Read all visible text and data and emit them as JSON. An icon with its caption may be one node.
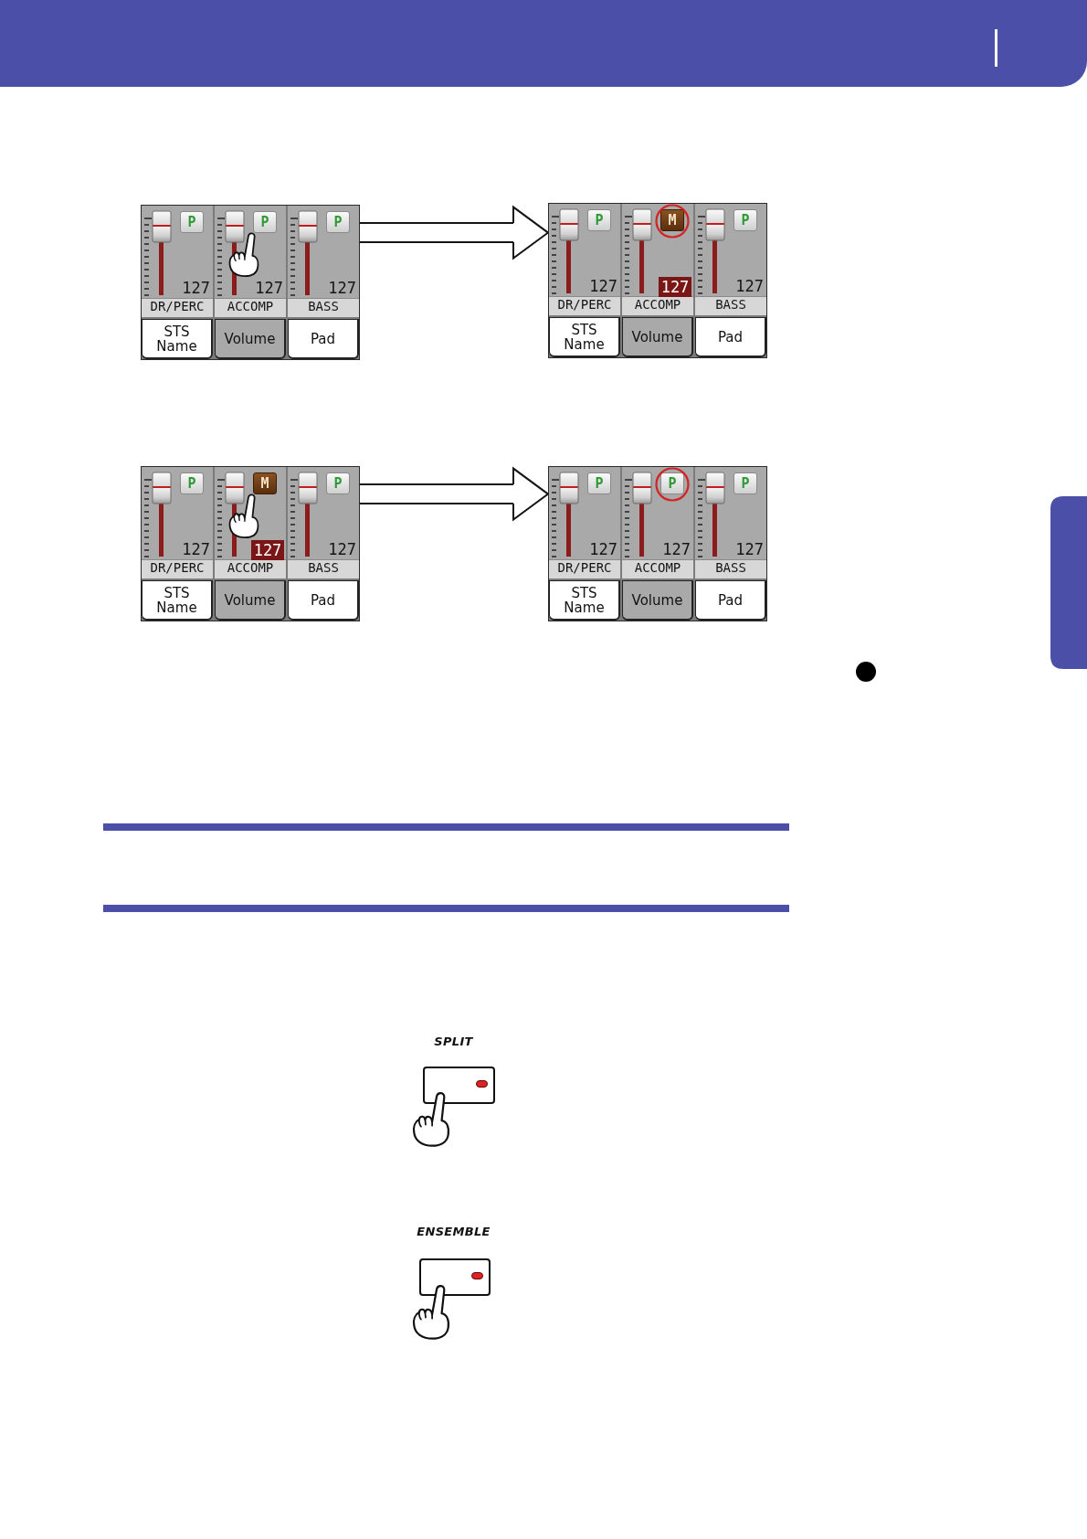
{
  "diagram": {
    "nodes": [
      {
        "text": [],
        "shape": "picture"
      },
      {
        "text": [
          "127",
          "DR/PERC"
        ],
        "in": 0
      },
      {
        "text": [
          "P"
        ],
        "in": 1
      },
      {
        "text": [
          "127",
          "ACCOMP"
        ],
        "in": 0
      },
      {
        "text": [
          "P"
        ],
        "in": 3
      },
      {
        "text": [
          "127",
          "BASS"
        ],
        "in": 0
      },
      {
        "text": [
          "P"
        ],
        "in": 5
      },
      {
        "text": [
          "STS Name"
        ],
        "in": 0
      },
      {
        "text": [
          "Volume"
        ],
        "in": 0
      },
      {
        "text": [
          "Pad"
        ],
        "in": 0
      },
      {
        "text": [],
        "shape": "picture"
      },
      {
        "text": [
          "127",
          "DR/PERC"
        ],
        "in": 10
      },
      {
        "text": [
          "P"
        ],
        "in": 11
      },
      {
        "text": [
          "ACCOMP"
        ],
        "in": 10
      },
      {
        "text": [
          "M"
        ],
        "in": 13
      },
      {
        "text": [
          "127"
        ],
        "in": 13
      },
      {
        "text": [
          "127",
          "BASS"
        ],
        "in": 10
      },
      {
        "text": [
          "P"
        ],
        "in": 16
      },
      {
        "text": [
          "STS Name"
        ],
        "in": 10
      },
      {
        "text": [
          "Volume"
        ],
        "in": 10
      },
      {
        "text": [
          "Pad"
        ],
        "in": 10
      },
      {
        "text": [],
        "shape": "picture"
      },
      {
        "text": [
          "127",
          "DR/PERC"
        ],
        "in": 21
      },
      {
        "text": [
          "P"
        ],
        "in": 22
      },
      {
        "text": [
          "ACCOMP"
        ],
        "in": 21
      },
      {
        "text": [
          "M"
        ],
        "in": 24
      },
      {
        "text": [
          "127"
        ],
        "in": 24
      },
      {
        "text": [
          "127",
          "BASS"
        ],
        "in": 21
      },
      {
        "text": [
          "P"
        ],
        "in": 27
      },
      {
        "text": [
          "STS Name"
        ],
        "in": 21
      },
      {
        "text": [
          "Volume"
        ],
        "in": 21
      },
      {
        "text": [
          "Pad"
        ],
        "in": 21
      },
      {
        "text": [],
        "shape": "picture"
      },
      {
        "text": [
          "127",
          "DR/PERC"
        ],
        "in": 32
      },
      {
        "text": [
          "P"
        ],
        "in": 33
      },
      {
        "text": [
          "127",
          "ACCOMP"
        ],
        "in": 32
      },
      {
        "text": [
          "P"
        ],
        "in": 35
      },
      {
        "text": [
          "127",
          "BASS"
        ],
        "in": 32
      },
      {
        "text": [
          "P"
        ],
        "in": 37
      },
      {
        "text": [
          "STS Name"
        ],
        "in": 32
      },
      {
        "text": [
          "Volume"
        ],
        "in": 32
      },
      {
        "text": [
          "Pad"
        ],
        "in": 32
      },
      {
        "text": [
          "SPLIT"
        ]
      },
      {
        "text": [
          "ENSEMBLE"
        ]
      }
    ],
    "edges": [
      {
        "from": 0,
        "to": 10,
        "arrow": "to"
      },
      {
        "from": 21,
        "to": 32,
        "arrow": "to"
      }
    ]
  }
}
